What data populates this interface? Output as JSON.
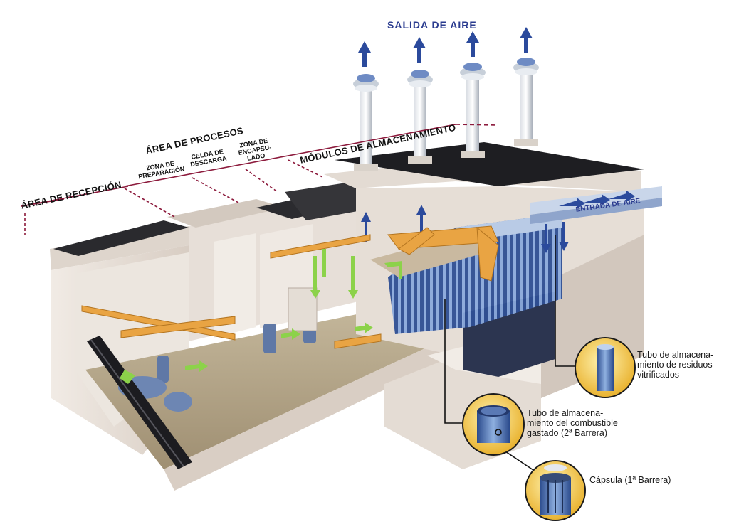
{
  "labels": {
    "salida_aire": "SALIDA DE AIRE",
    "entrada_aire": "ENTRADA DE AIRE",
    "area_recepcion": "ÁREA DE RECEPCIÓN",
    "area_procesos": "ÁREA DE PROCESOS",
    "modulos_almacenamiento": "MÓDULOS DE ALMACENAMIENTO",
    "zona_preparacion": "ZONA DE PREPARACIÓN",
    "celda_descarga": "CELDA DE DESCARGA",
    "zona_encapsulado": "ZONA DE ENCAPSU-LADO"
  },
  "callouts": {
    "residuos": "Tubo de almacena-miento de residuos vitrificados",
    "combustible": "Tubo de almacena-miento del combustible gastado (2ª Barrera)",
    "capsula": "Cápsula (1ª Barrera)"
  },
  "colors": {
    "building": "#e9e1da",
    "building_shadow": "#c9bfb6",
    "roof": "#1e1e22",
    "floor": "#b7a98c",
    "crane": "#e9a443",
    "green_arrow": "#8cd24a",
    "blue_arrow": "#2b4a9c",
    "tube": "#4d6fb0",
    "magnifier": "#f1c24a",
    "divider": "#8c1a3c"
  }
}
